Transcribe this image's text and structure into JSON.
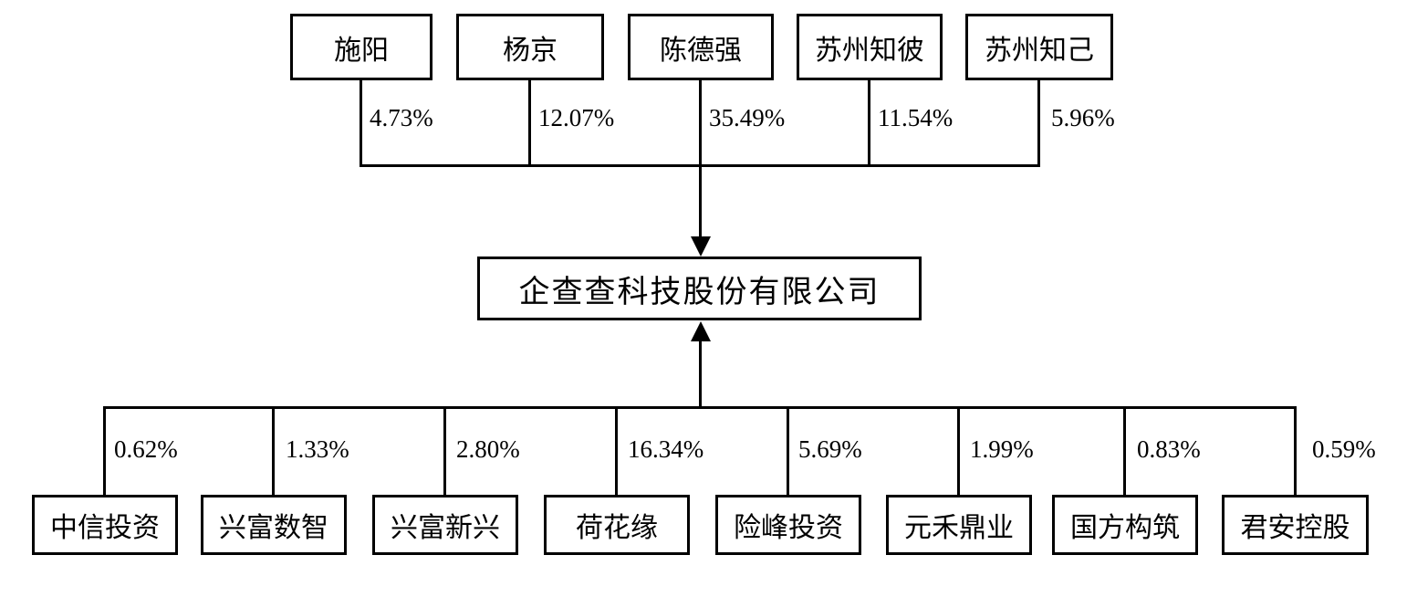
{
  "company": {
    "name": "企查查科技股份有限公司"
  },
  "top_shareholders": [
    {
      "name": "施阳",
      "percent": "4.73%"
    },
    {
      "name": "杨京",
      "percent": "12.07%"
    },
    {
      "name": "陈德强",
      "percent": "35.49%"
    },
    {
      "name": "苏州知彼",
      "percent": "11.54%"
    },
    {
      "name": "苏州知己",
      "percent": "5.96%"
    }
  ],
  "bottom_shareholders": [
    {
      "name": "中信投资",
      "percent": "0.62%"
    },
    {
      "name": "兴富数智",
      "percent": "1.33%"
    },
    {
      "name": "兴富新兴",
      "percent": "2.80%"
    },
    {
      "name": "荷花缘",
      "percent": "16.34%"
    },
    {
      "name": "险峰投资",
      "percent": "5.69%"
    },
    {
      "name": "元禾鼎业",
      "percent": "1.99%"
    },
    {
      "name": "国方构筑",
      "percent": "0.83%"
    },
    {
      "name": "君安控股",
      "percent": "0.59%"
    }
  ],
  "colors": {
    "line": "#000000",
    "background": "#ffffff"
  }
}
